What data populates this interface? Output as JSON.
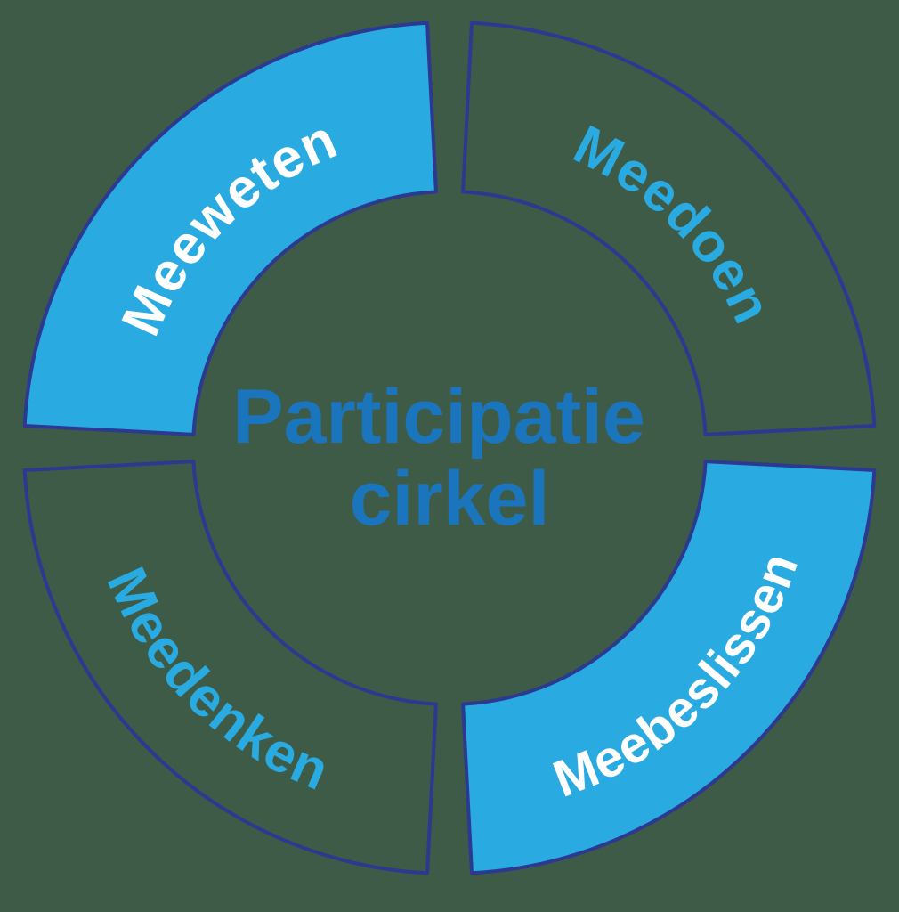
{
  "title": {
    "line1": "Participatie",
    "line2": "cirkel"
  },
  "segments": [
    {
      "id": "meeweten",
      "label": "Meeweten",
      "position": "top-left",
      "filled": true
    },
    {
      "id": "meedoen",
      "label": "Meedoen",
      "position": "top-right",
      "filled": false
    },
    {
      "id": "meedenken",
      "label": "Meedenken",
      "position": "bottom-left",
      "filled": false
    },
    {
      "id": "meebeslissen",
      "label": "Meebeslissen",
      "position": "bottom-right",
      "filled": true
    }
  ],
  "colors": {
    "background": "#3d5b47",
    "segment_fill": "#29abe2",
    "outline": "#2b3990",
    "label_on_fill": "#ffffff",
    "label_on_empty": "#29abe2",
    "title_text": "#1b75bc"
  }
}
